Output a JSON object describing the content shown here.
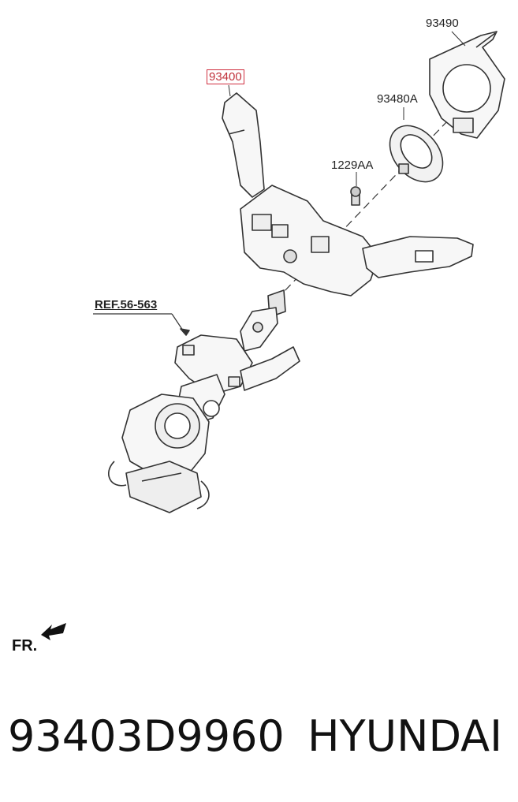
{
  "diagram": {
    "callouts": {
      "part_93490": "93490",
      "part_93400": "93400",
      "part_93480a": "93480A",
      "part_1229aa": "1229AA",
      "ref": "REF.56-563"
    },
    "direction_label": "FR.",
    "colors": {
      "highlight": "#d03040",
      "line": "#333333"
    }
  },
  "caption": {
    "part_number": "93403D9960",
    "brand": "HYUNDAI"
  }
}
